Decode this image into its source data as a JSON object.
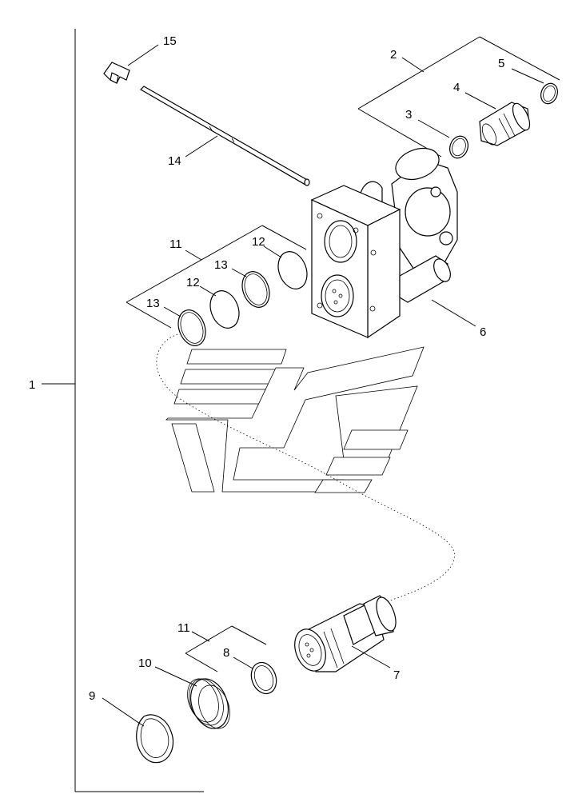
{
  "diagram": {
    "callouts": {
      "c1": "1",
      "c2": "2",
      "c3": "3",
      "c4": "4",
      "c5": "5",
      "c6": "6",
      "c7": "7",
      "c8": "8",
      "c9": "9",
      "c10": "10",
      "c11a": "11",
      "c11b": "11",
      "c12a": "12",
      "c12b": "12",
      "c13a": "13",
      "c13b": "13",
      "c14": "14",
      "c15": "15"
    }
  }
}
